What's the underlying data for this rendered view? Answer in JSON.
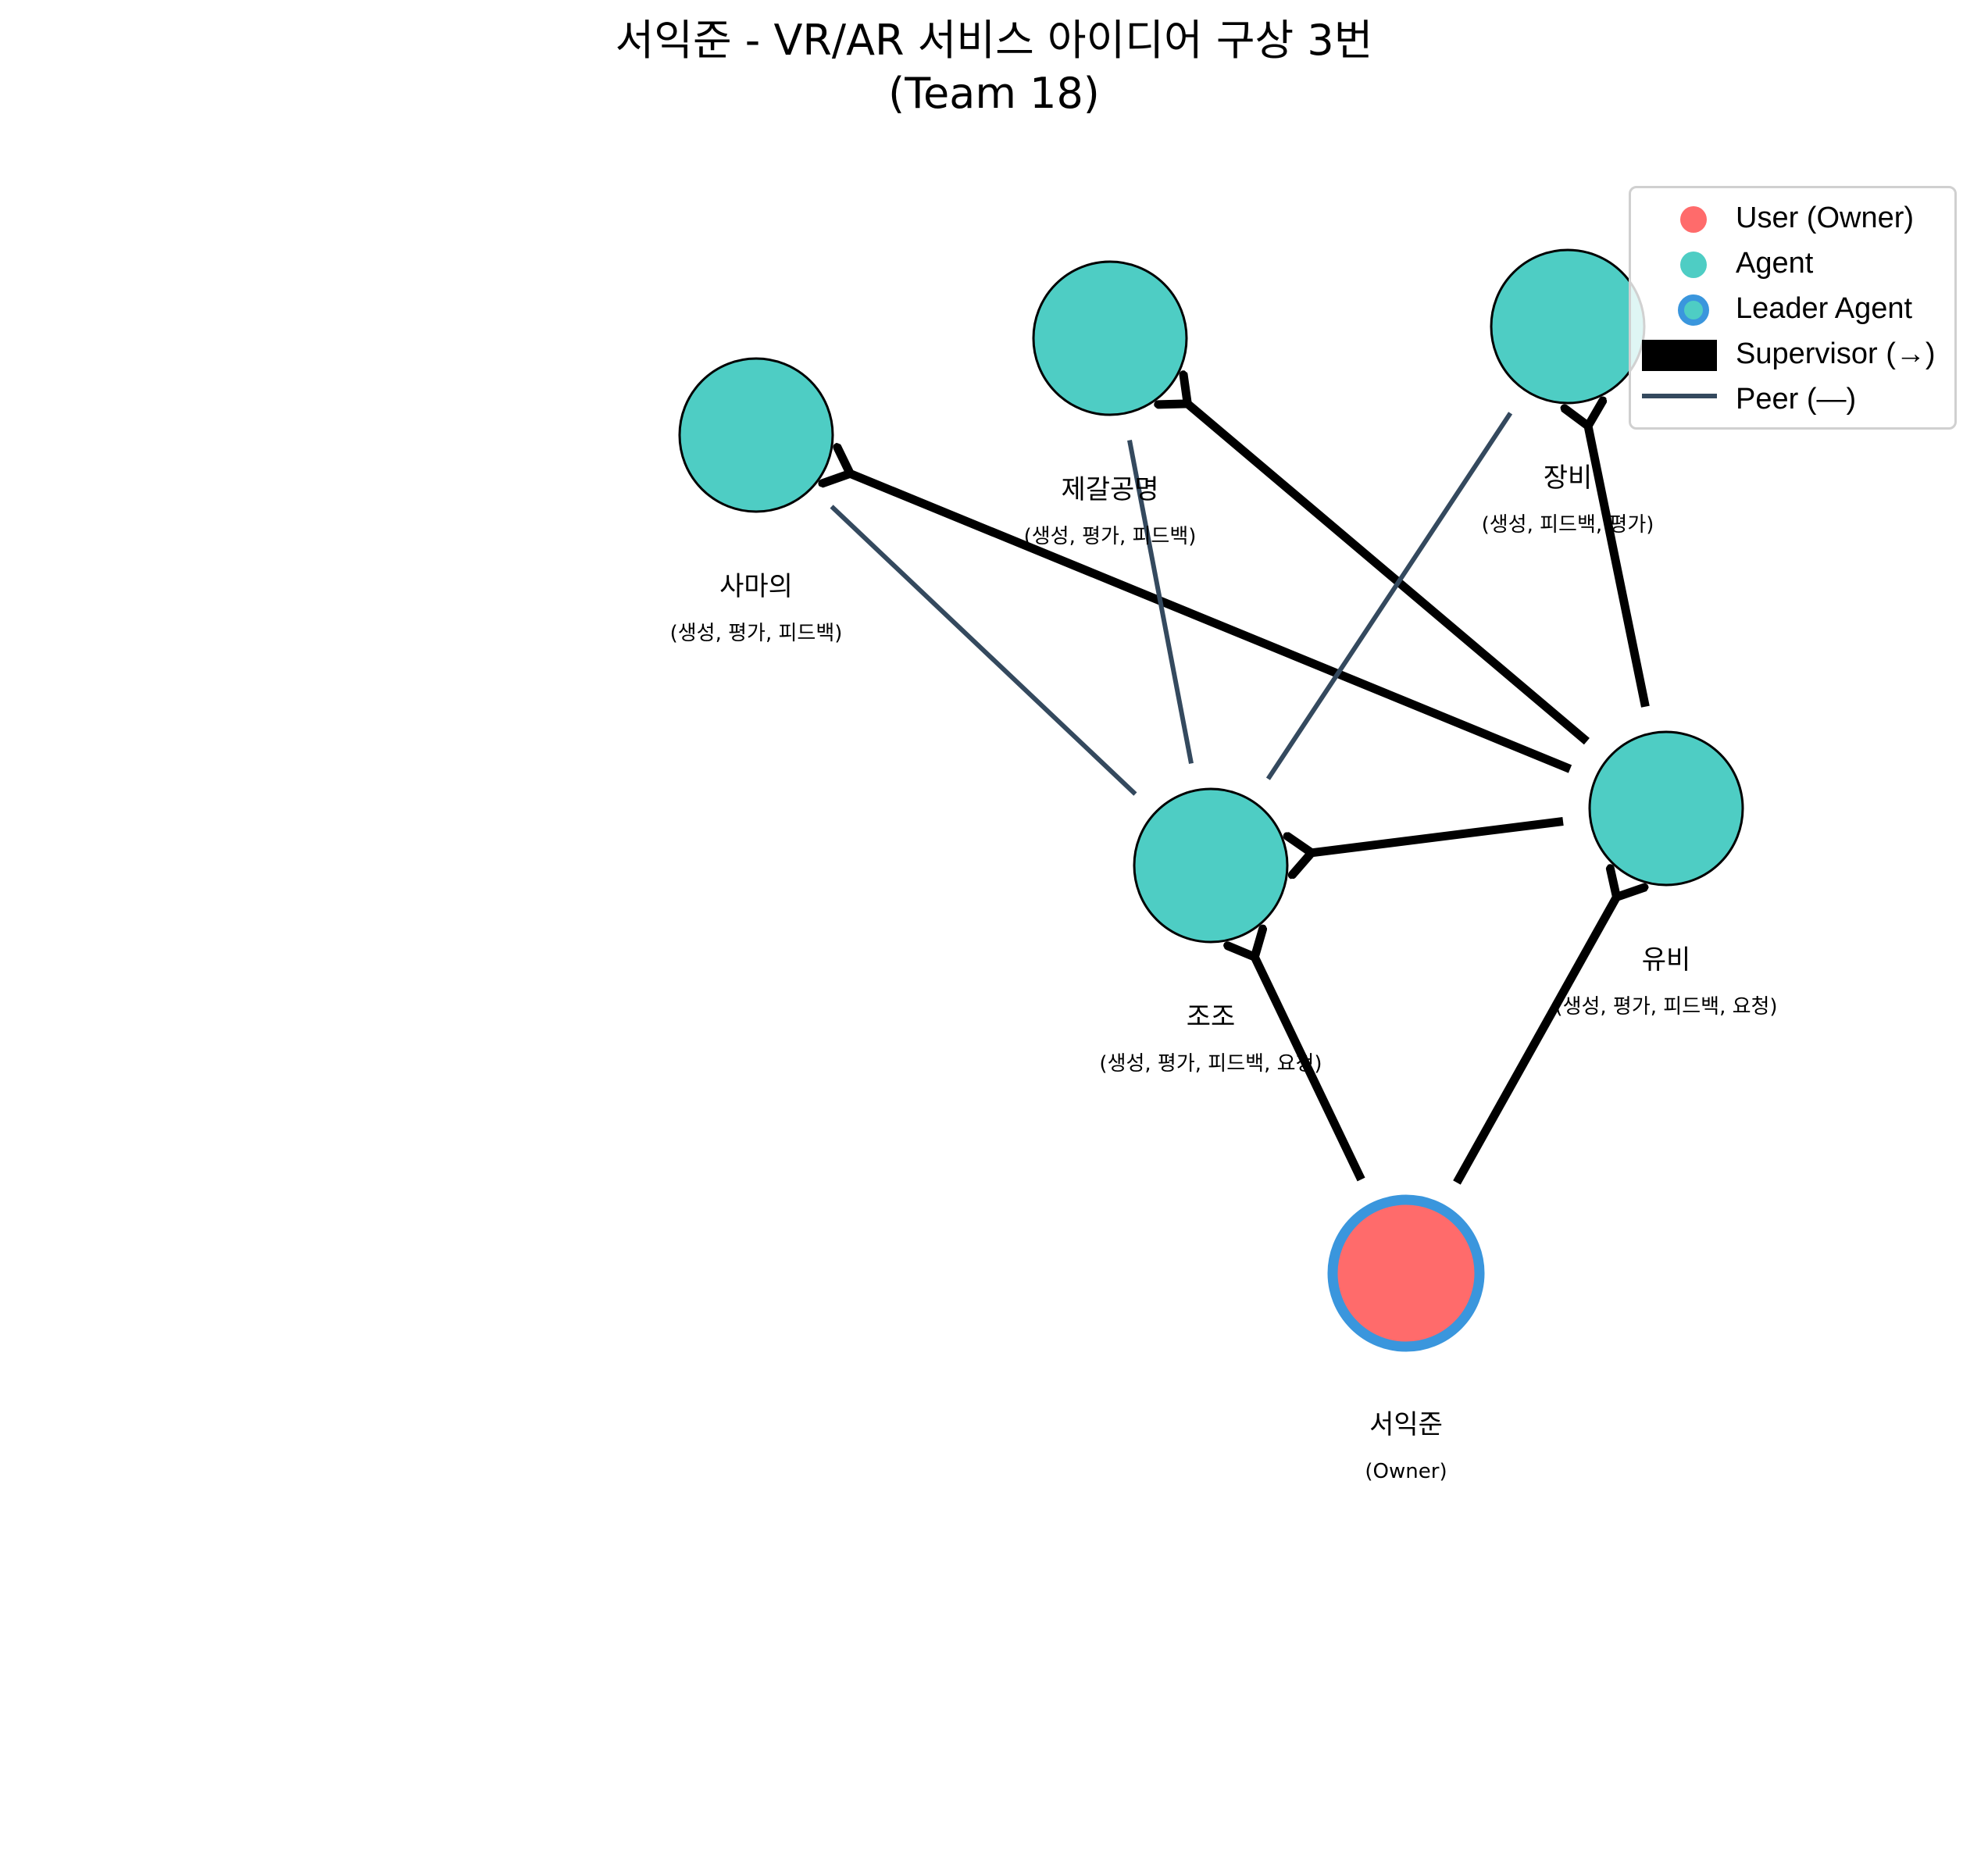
{
  "title": {
    "line1": "서익준 - VR/AR 서비스 아이디어 구상 3번",
    "line2": "(Team 18)"
  },
  "colors": {
    "owner_fill": "#ff6b6b",
    "agent_fill": "#4ecdc4",
    "leader_ring": "#3a96dd",
    "supervisor_edge": "#000000",
    "peer_edge": "#34495e"
  },
  "nodes": [
    {
      "id": "seoikjun",
      "name": "서익준",
      "role": "(Owner)",
      "type": "owner",
      "leader": true
    },
    {
      "id": "jojo",
      "name": "조조",
      "role": "(생성, 평가, 피드백, 요청)",
      "type": "agent",
      "leader": false
    },
    {
      "id": "yubi",
      "name": "유비",
      "role": "(생성, 평가, 피드백, 요청)",
      "type": "agent",
      "leader": false
    },
    {
      "id": "samaui",
      "name": "사마의",
      "role": "(생성, 평가, 피드백)",
      "type": "agent",
      "leader": false
    },
    {
      "id": "jegalgongmyeong",
      "name": "제갈공명",
      "role": "(생성, 평가, 피드백)",
      "type": "agent",
      "leader": false
    },
    {
      "id": "jangbi",
      "name": "장비",
      "role": "(생성, 피드백, 평가)",
      "type": "agent",
      "leader": false
    }
  ],
  "edges": [
    {
      "from": "seoikjun",
      "to": "jojo",
      "kind": "supervisor"
    },
    {
      "from": "seoikjun",
      "to": "yubi",
      "kind": "supervisor"
    },
    {
      "from": "yubi",
      "to": "jojo",
      "kind": "supervisor"
    },
    {
      "from": "yubi",
      "to": "samaui",
      "kind": "supervisor"
    },
    {
      "from": "yubi",
      "to": "jegalgongmyeong",
      "kind": "supervisor"
    },
    {
      "from": "yubi",
      "to": "jangbi",
      "kind": "supervisor"
    },
    {
      "from": "jojo",
      "to": "samaui",
      "kind": "peer"
    },
    {
      "from": "jojo",
      "to": "jegalgongmyeong",
      "kind": "peer"
    },
    {
      "from": "jojo",
      "to": "jangbi",
      "kind": "peer"
    }
  ],
  "legend": {
    "items": [
      {
        "label": "User (Owner)",
        "marker": "owner-dot"
      },
      {
        "label": "Agent",
        "marker": "agent-dot"
      },
      {
        "label": "Leader Agent",
        "marker": "leader-ring"
      },
      {
        "label": "Supervisor (→)",
        "marker": "supervisor-bar"
      },
      {
        "label": "Peer (—)",
        "marker": "peer-line"
      }
    ]
  }
}
